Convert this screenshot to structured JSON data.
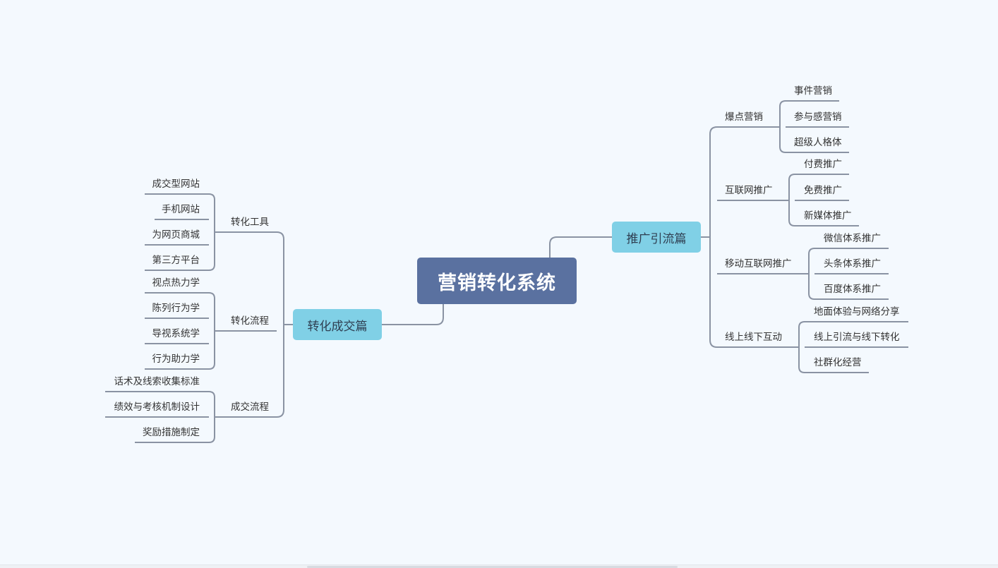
{
  "colors": {
    "background": "#f4f9fe",
    "root_fill": "#5a71a0",
    "main_fill": "#80d0e6",
    "connector": "#8a93a3",
    "text": "#333333"
  },
  "root": {
    "label": "营销转化系统"
  },
  "right": {
    "label": "推广引流篇",
    "groups": [
      {
        "label": "爆点营销",
        "items": [
          "事件营销",
          "参与感营销",
          "超级人格体"
        ]
      },
      {
        "label": "互联网推广",
        "items": [
          "付费推广",
          "免费推广",
          "新媒体推广"
        ]
      },
      {
        "label": "移动互联网推广",
        "items": [
          "微信体系推广",
          "头条体系推广",
          "百度体系推广"
        ]
      },
      {
        "label": "线上线下互动",
        "items": [
          "地面体验与网络分享",
          "线上引流与线下转化",
          "社群化经营"
        ]
      }
    ]
  },
  "left": {
    "label": "转化成交篇",
    "groups": [
      {
        "label": "转化工具",
        "items": [
          "成交型网站",
          "手机网站",
          "为网页商城",
          "第三方平台"
        ]
      },
      {
        "label": "转化流程",
        "items": [
          "视点热力学",
          "陈列行为学",
          "导视系统学",
          "行为助力学"
        ]
      },
      {
        "label": "成交流程",
        "items": [
          "话术及线索收集标准",
          "绩效与考核机制设计",
          "奖励措施制定"
        ]
      }
    ]
  }
}
